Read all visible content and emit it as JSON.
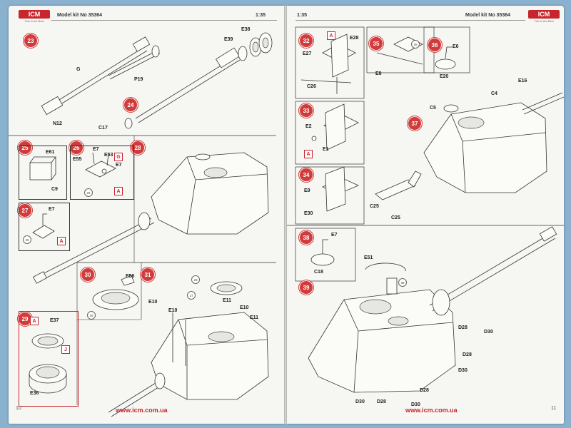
{
  "left_page": {
    "header_title": "Model kit No 35364",
    "scale": "1:35",
    "logo": {
      "brand": "ICM",
      "tagline": "This is the Best"
    },
    "page_number": "10",
    "url": "www.icm.com.ua",
    "steps": [
      "23",
      "24",
      "25",
      "26",
      "27",
      "28",
      "29",
      "30",
      "31"
    ],
    "labels": {
      "G": "G",
      "P19": "P19",
      "N12": "N12",
      "E38": "E38",
      "E39": "E39",
      "C17": "C17",
      "E61": "E61",
      "C9": "C9",
      "E7_26": "E7",
      "E55": "E55",
      "E53": "E53",
      "E7b_26": "E7",
      "E7_27": "E7",
      "E56": "E56",
      "E37": "E37",
      "E36": "E36",
      "E10a": "E10",
      "E10b": "E10",
      "E10c": "E10",
      "E11a": "E11",
      "E11b": "E11"
    },
    "tags": {
      "G": "G",
      "A": "A",
      "J": "J"
    },
    "refs": {
      "r26": "26",
      "r25": "25",
      "r29": "29",
      "r28": "28",
      "r27": "27"
    }
  },
  "right_page": {
    "header_title": "Model kit No 35364",
    "scale": "1:35",
    "logo": {
      "brand": "ICM",
      "tagline": "This is the Best"
    },
    "page_number": "11",
    "url": "www.icm.com.ua",
    "steps": [
      "32",
      "33",
      "34",
      "35",
      "36",
      "37",
      "38",
      "39"
    ],
    "labels": {
      "E28": "E28",
      "E27": "E27",
      "C26": "C26",
      "E2": "E2",
      "E1": "E1",
      "E9": "E9",
      "E30": "E30",
      "E8": "E8",
      "E6": "E6",
      "E20": "E20",
      "E16": "E16",
      "C4": "C4",
      "C5": "C5",
      "C25a": "C25",
      "C25b": "C25",
      "E7": "E7",
      "C18": "C18",
      "E51": "E51",
      "D28a": "D28",
      "D30a": "D30",
      "D28b": "D28",
      "D30b": "D30",
      "D28c": "D28",
      "D30c": "D30",
      "D28d": "D28",
      "D30d": "D30"
    },
    "tags": {
      "A": "A"
    },
    "refs": {
      "r35": "35",
      "r38": "38"
    }
  },
  "colors": {
    "accent_red": "#c8262d",
    "page": "#f6f6f3",
    "background": "#8ab2cf",
    "line": "#333333"
  }
}
